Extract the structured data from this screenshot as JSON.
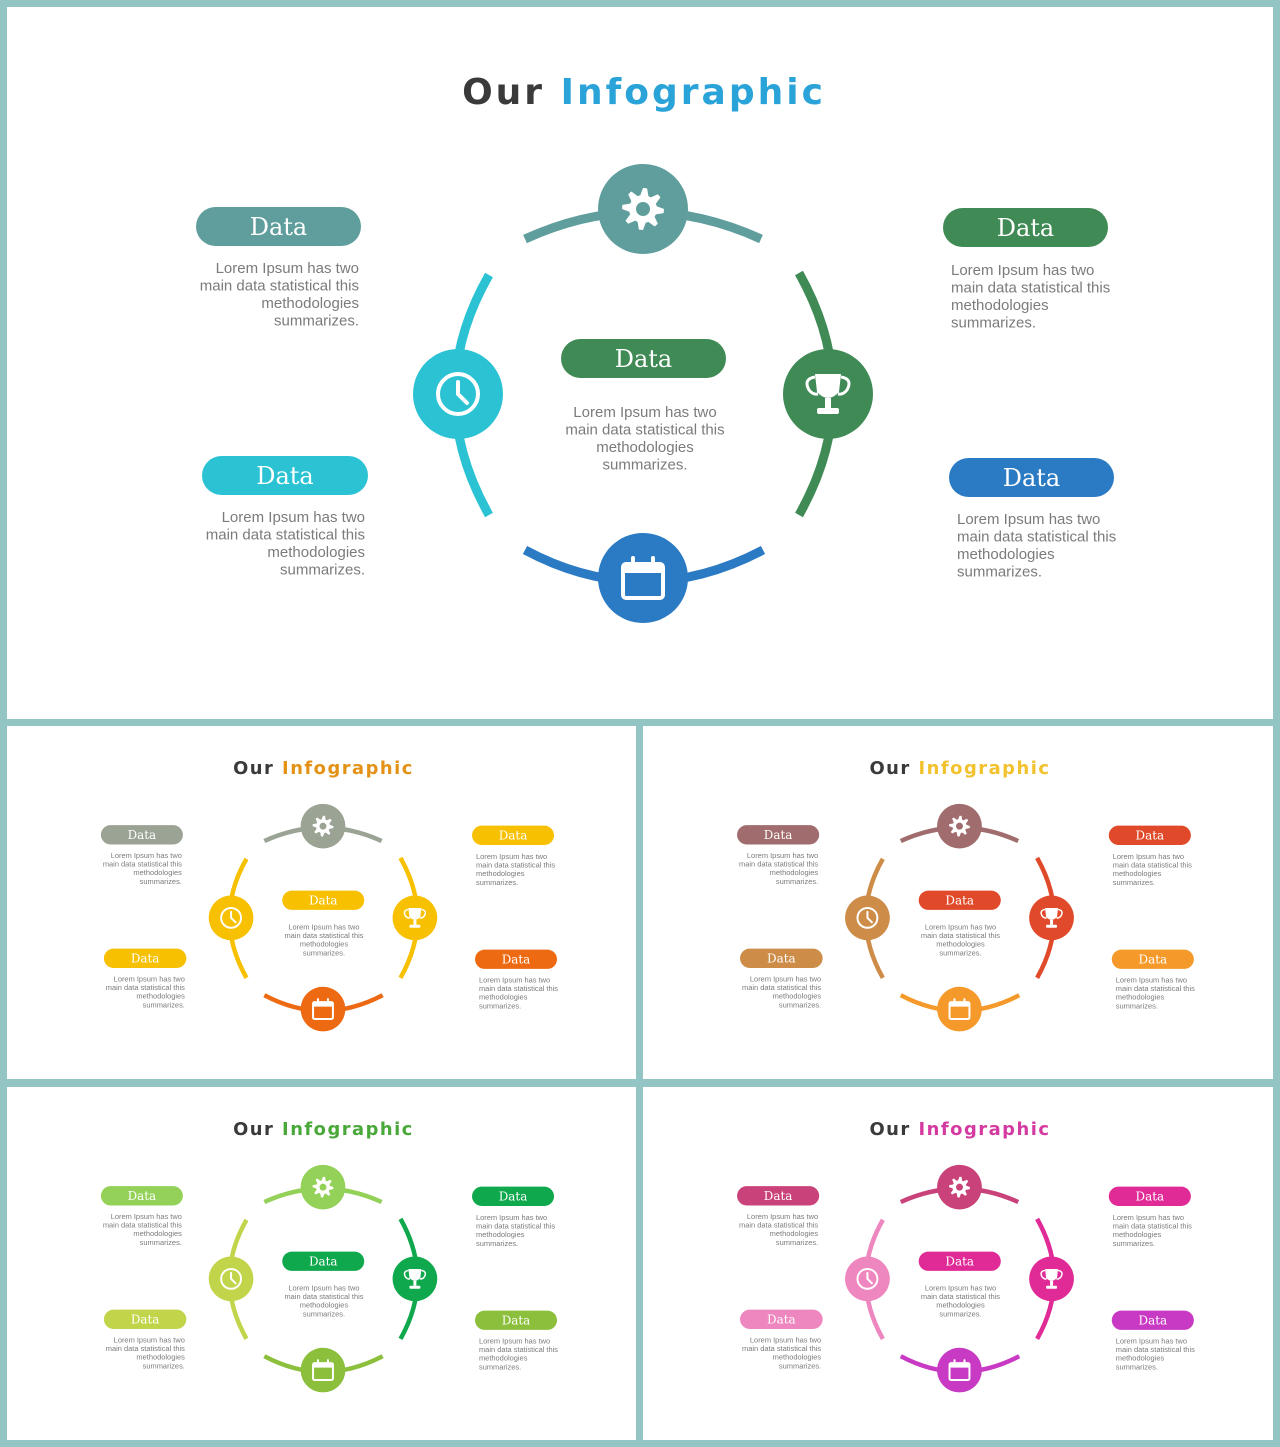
{
  "slides": [
    {
      "title_word1": "Our",
      "title_word2": "Infographic",
      "title_accent": "#2aa3d8",
      "colors": {
        "top": "#5f9e9d",
        "right": "#3f8a55",
        "bottom": "#2b7bc4",
        "left": "#2bc3d3",
        "center": "#3f8a55",
        "tl": "#5f9e9d",
        "tr": "#3f8a55",
        "bl": "#2bc3d3",
        "br": "#2b7bc4"
      },
      "labels": {
        "center": "Data",
        "tl": "Data",
        "tr": "Data",
        "bl": "Data",
        "br": "Data"
      },
      "body": "Lorem Ipsum has two main data statistical this methodologies summarizes.",
      "icons": {
        "top": "gear-icon",
        "right": "trophy-icon",
        "bottom": "calendar-icon",
        "left": "clock-icon"
      }
    },
    {
      "title_word1": "Our",
      "title_word2": "Infographic",
      "title_accent": "#e39217",
      "colors": {
        "top": "#9ba394",
        "right": "#f7c000",
        "bottom": "#ee6a12",
        "left": "#f7c000",
        "center": "#f7c000",
        "tl": "#9ba394",
        "tr": "#f7c000",
        "bl": "#f7c000",
        "br": "#ee6a12"
      },
      "labels": {
        "center": "Data",
        "tl": "Data",
        "tr": "Data",
        "bl": "Data",
        "br": "Data"
      },
      "body": "Lorem Ipsum has two main data statistical this methodologies summarizes.",
      "icons": {
        "top": "gear-icon",
        "right": "trophy-icon",
        "bottom": "calendar-icon",
        "left": "clock-icon"
      }
    },
    {
      "title_word1": "Our",
      "title_word2": "Infographic",
      "title_accent": "#f2c12e",
      "colors": {
        "top": "#a16c6d",
        "right": "#e04a2a",
        "bottom": "#f59a2a",
        "left": "#cd8c47",
        "center": "#e04a2a",
        "tl": "#a16c6d",
        "tr": "#e04a2a",
        "bl": "#cd8c47",
        "br": "#f59a2a"
      },
      "labels": {
        "center": "Data",
        "tl": "Data",
        "tr": "Data",
        "bl": "Data",
        "br": "Data"
      },
      "body": "Lorem Ipsum has two main data statistical this methodologies summarizes.",
      "icons": {
        "top": "gear-icon",
        "right": "trophy-icon",
        "bottom": "calendar-icon",
        "left": "clock-icon"
      }
    },
    {
      "title_word1": "Our",
      "title_word2": "Infographic",
      "title_accent": "#4aa83a",
      "colors": {
        "top": "#94d158",
        "right": "#0fa84d",
        "bottom": "#8bbf3c",
        "left": "#c2d54a",
        "center": "#0fa84d",
        "tl": "#94d158",
        "tr": "#0fa84d",
        "bl": "#c2d54a",
        "br": "#8bbf3c"
      },
      "labels": {
        "center": "Data",
        "tl": "Data",
        "tr": "Data",
        "bl": "Data",
        "br": "Data"
      },
      "body": "Lorem Ipsum has two main data statistical this methodologies summarizes.",
      "icons": {
        "top": "gear-icon",
        "right": "trophy-icon",
        "bottom": "calendar-icon",
        "left": "clock-icon"
      }
    },
    {
      "title_word1": "Our",
      "title_word2": "Infographic",
      "title_accent": "#d43aa0",
      "colors": {
        "top": "#c9437a",
        "right": "#e02a96",
        "bottom": "#c83ac3",
        "left": "#ee86bf",
        "center": "#e02a96",
        "tl": "#c9437a",
        "tr": "#e02a96",
        "bl": "#ee86bf",
        "br": "#c83ac3"
      },
      "labels": {
        "center": "Data",
        "tl": "Data",
        "tr": "Data",
        "bl": "Data",
        "br": "Data"
      },
      "body": "Lorem Ipsum has two main data statistical this methodologies summarizes.",
      "icons": {
        "top": "gear-icon",
        "right": "trophy-icon",
        "bottom": "calendar-icon",
        "left": "clock-icon"
      }
    }
  ]
}
